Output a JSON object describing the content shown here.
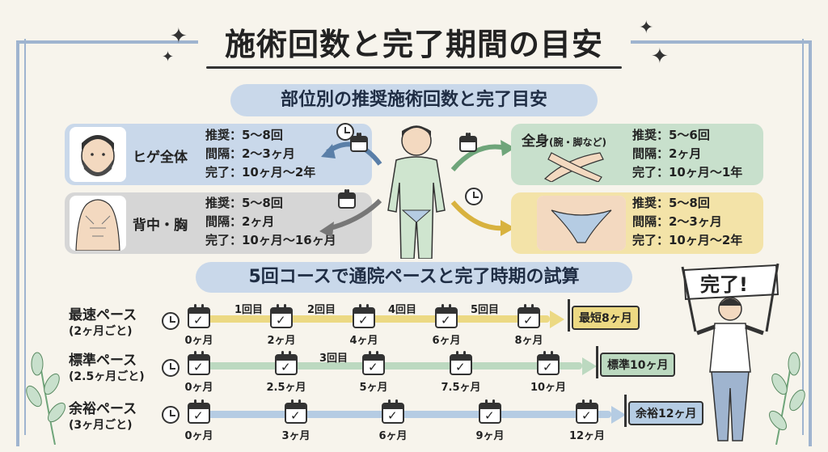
{
  "title": "施術回数と完了期間の目安",
  "section1": {
    "heading": "部位別の推奨施術回数と完了目安",
    "areas": [
      {
        "name": "ヒゲ全体",
        "rec": "推奨：5〜8回",
        "interval": "間隔：2〜3ヶ月",
        "done": "完了：10ヶ月〜2年",
        "color": "#c9d8ea"
      },
      {
        "name": "背中・胸",
        "rec": "推奨：5〜8回",
        "interval": "間隔：2ヶ月",
        "done": "完了：10ヶ月〜16ヶ月",
        "color": "#d6d6d6"
      },
      {
        "name": "全身",
        "name_sub": "(腕・脚など)",
        "rec": "推奨：5〜6回",
        "interval": "間隔：2ヶ月",
        "done": "完了：10ヶ月〜1年",
        "color": "#c8e0cc"
      },
      {
        "name": "",
        "rec": "推奨：5〜8回",
        "interval": "間隔：2〜3ヶ月",
        "done": "完了：10ヶ月〜2年",
        "color": "#f3e3a8"
      }
    ]
  },
  "section2": {
    "heading": "5回コースで通院ペースと完了時期の試算",
    "rows": [
      {
        "label": "最速ペース",
        "sub": "(2ヶ月ごと)",
        "months": [
          "0ヶ月",
          "2ヶ月",
          "4ヶ月",
          "6ヶ月",
          "8ヶ月"
        ],
        "visits": [
          "1回目",
          "2回目",
          "4回目",
          "5回目"
        ],
        "end": "最短8ヶ月",
        "color": "#ecd983"
      },
      {
        "label": "標準ペース",
        "sub": "(2.5ヶ月ごと)",
        "months": [
          "0ヶ月",
          "2.5ヶ月",
          "5ヶ月",
          "7.5ヶ月",
          "10ヶ月"
        ],
        "visits": [
          "3回目"
        ],
        "end": "標準10ヶ月",
        "color": "#bcd9c0"
      },
      {
        "label": "余裕ペース",
        "sub": "(3ヶ月ごと)",
        "months": [
          "0ヶ月",
          "3ヶ月",
          "6ヶ月",
          "9ヶ月",
          "12ヶ月"
        ],
        "visits": [],
        "end": "余裕12ヶ月",
        "color": "#b5cce3"
      }
    ]
  },
  "banner": "完了!",
  "check_glyph": "✓"
}
